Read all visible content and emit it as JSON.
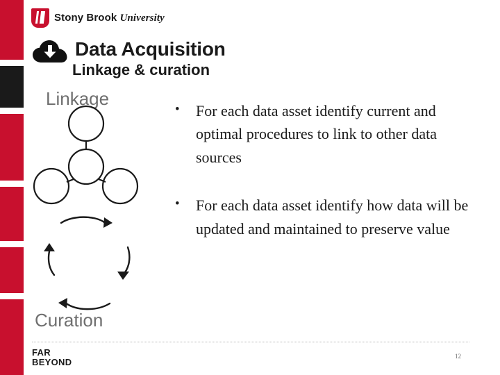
{
  "branding": {
    "university_name_part1": "Stony Brook",
    "university_name_part2": "University",
    "shield_icon": "sbu-shield-icon",
    "tagline_line1": "FAR",
    "tagline_line2": "BEYOND"
  },
  "header": {
    "download_icon": "download-cloud-icon",
    "title": "Data Acquisition",
    "subtitle": "Linkage & curation"
  },
  "diagram": {
    "top_label": "Linkage",
    "bottom_label": "Curation",
    "node_count": 4,
    "arrow_count": 4,
    "description_icon": "linkage-curation-diagram"
  },
  "bullets": [
    {
      "marker": "•",
      "text": "For each data asset identify current and optimal procedures to link to other data sources"
    },
    {
      "marker": "•",
      "text": "For each data asset identify how data will be updated and maintained to preserve value"
    }
  ],
  "footer": {
    "slide_number": "12"
  },
  "colors": {
    "brand_red": "#c8102e",
    "black": "#1a1a1a",
    "text": "#1b1b1b",
    "muted": "#6e6e6e"
  }
}
